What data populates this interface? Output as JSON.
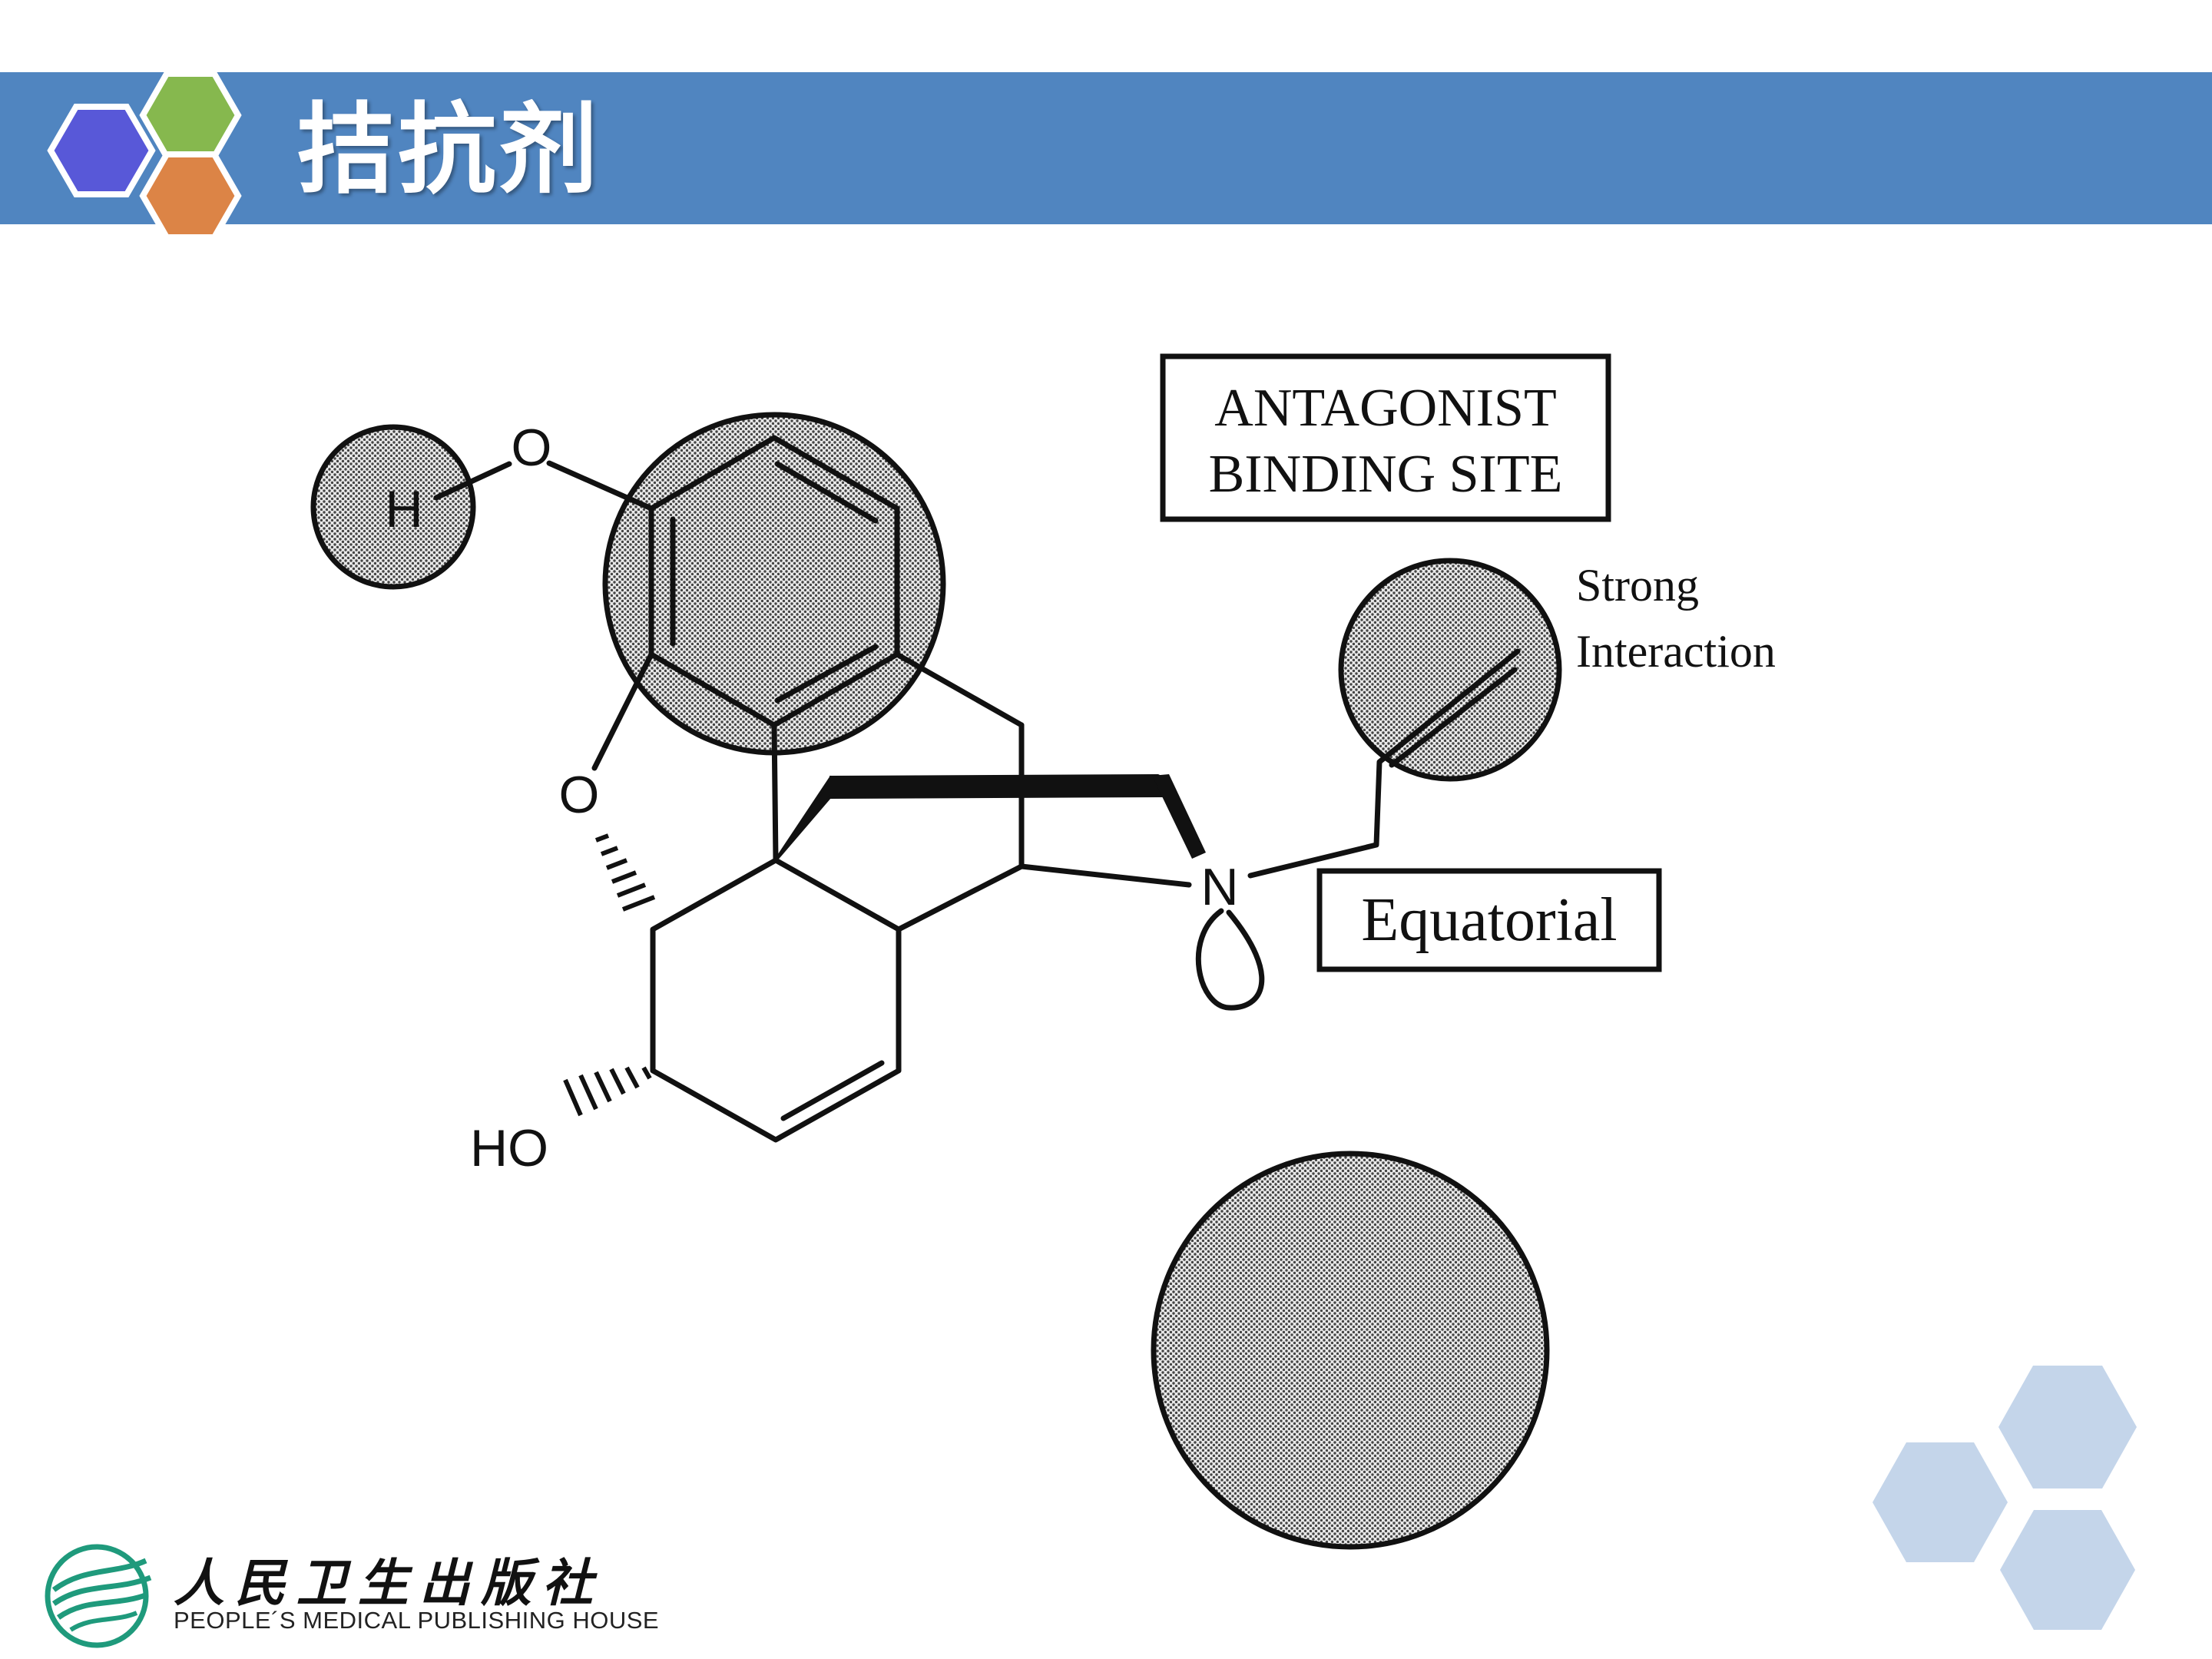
{
  "slide": {
    "title": "拮抗剂"
  },
  "diagram": {
    "atoms": {
      "hydrogen": "H",
      "phenol_oxygen": "O",
      "ether_oxygen": "O",
      "nitrogen": "N",
      "hydroxyl": "HO"
    },
    "labels": {
      "antagonist_line1": "ANTAGONIST",
      "antagonist_line2": "BINDING SITE",
      "strong_line1": "Strong",
      "strong_line2": "Interaction",
      "equatorial": "Equatorial"
    }
  },
  "footer": {
    "publisher_cn": "人民卫生出版社",
    "publisher_en": "PEOPLE´S MEDICAL PUBLISHING HOUSE"
  },
  "colors": {
    "header_bar": "#5085c0",
    "hex_blue": "#5858d8",
    "hex_green": "#86b84e",
    "hex_orange": "#dc8446",
    "hex_decor": "#c4d5ea",
    "logo_teal": "#1f9a7c"
  }
}
